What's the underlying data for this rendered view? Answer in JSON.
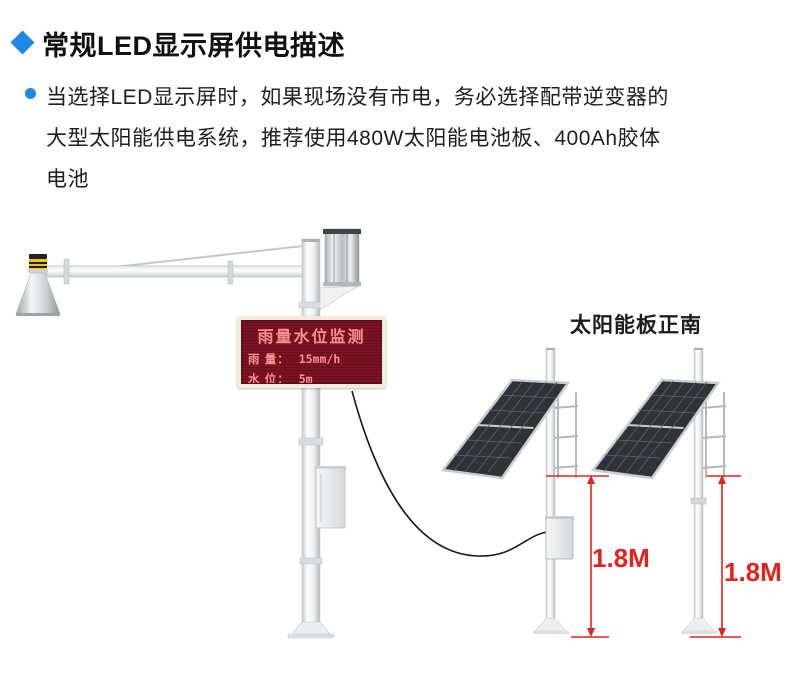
{
  "page": {
    "heading": {
      "text": "常规LED显示屏供电描述"
    },
    "description": {
      "lines": [
        "当选择LED显示屏时，如果现场没有市电，务必选择配带逆变器的",
        "大型太阳能供电系统，推荐使用480W太阳能电池板、400Ah胶体",
        "电池"
      ]
    }
  },
  "diagram": {
    "led_display": {
      "title": "雨量水位监测",
      "rows": [
        {
          "label": "雨 量：",
          "value": "15mm/h"
        },
        {
          "label": "水 位：",
          "value": "5m"
        }
      ]
    },
    "solar_panel_label": "太阳能板正南",
    "dimensions": {
      "left": "1.8M",
      "right": "1.8M"
    },
    "icons": {
      "heading_bullet": "blue-diamond",
      "list_bullet": "blue-dot",
      "sensors": [
        "radar-level-sensor",
        "rain-gauge",
        "led-screen",
        "solar-panel"
      ]
    }
  },
  "theme": {
    "accent_blue": "#1E88E5",
    "dimension_red": "#E3231D",
    "led_screen": "#7B1322",
    "led_text": "#FF9090",
    "led_frame": "#F2ECE0",
    "panel_dark": "#2E3338",
    "text_primary": "#1A1A1A"
  }
}
